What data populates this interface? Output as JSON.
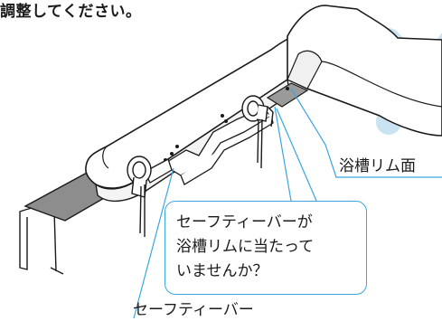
{
  "caption": "調整してください。",
  "labels": {
    "rim_surface": "浴槽リム面",
    "safety_bar": "セーフティーバー"
  },
  "callout": {
    "lines": [
      "セーフティーバーが",
      "浴槽リムに当たって",
      "いませんか？"
    ]
  },
  "colors": {
    "accent": "#3aa6df",
    "cross_mark": "#c9e3f3"
  },
  "icons": [
    "cross-mark-icon"
  ]
}
